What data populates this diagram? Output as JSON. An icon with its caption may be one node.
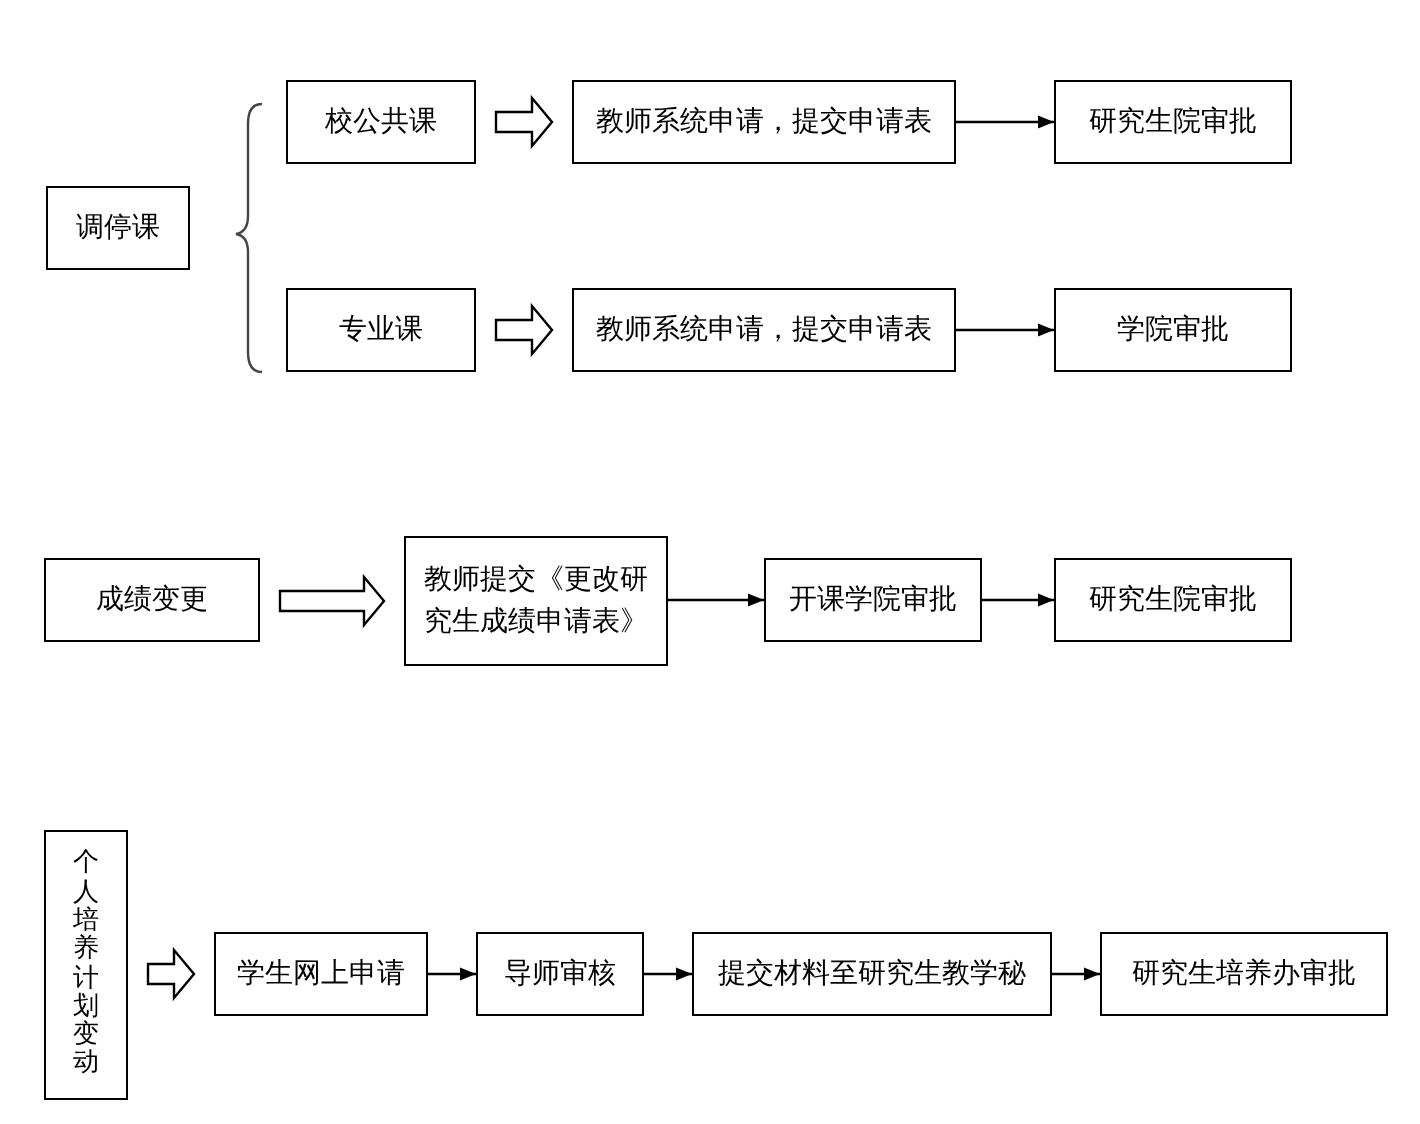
{
  "diagram": {
    "nodes": [
      {
        "text": [
          "调停课"
        ]
      },
      {
        "text": [
          "校公共课"
        ]
      },
      {
        "text": [
          "教师系统申请，提交申请表"
        ]
      },
      {
        "text": [
          "研究生院审批"
        ]
      },
      {
        "text": [
          "专业课"
        ]
      },
      {
        "text": [
          "教师系统申请，提交申请表"
        ]
      },
      {
        "text": [
          "学院审批"
        ]
      },
      {
        "text": [
          "成绩变更"
        ]
      },
      {
        "text": [
          "教师提交《更改研究生成绩申请表》"
        ]
      },
      {
        "text": [
          "开课学院审批"
        ]
      },
      {
        "text": [
          "研究生院审批"
        ]
      },
      {
        "text": [
          "个人培养计划变动"
        ]
      },
      {
        "text": [
          "学生网上申请"
        ]
      },
      {
        "text": [
          "导师审核"
        ]
      },
      {
        "text": [
          "提交材料至研究生教学秘"
        ]
      },
      {
        "text": [
          "研究生培养办审批"
        ]
      }
    ],
    "edges": [
      {
        "from": 1,
        "to": 2,
        "arrow": "to",
        "style": "thick"
      },
      {
        "from": 2,
        "to": 3,
        "arrow": "to"
      },
      {
        "from": 4,
        "to": 5,
        "arrow": "to",
        "style": "thick"
      },
      {
        "from": 5,
        "to": 6,
        "arrow": "to"
      },
      {
        "from": 7,
        "to": 8,
        "arrow": "to",
        "style": "thick"
      },
      {
        "from": 8,
        "to": 9,
        "arrow": "to"
      },
      {
        "from": 9,
        "to": 10,
        "arrow": "to"
      },
      {
        "from": 11,
        "to": 12,
        "arrow": "to",
        "style": "thick"
      },
      {
        "from": 12,
        "to": 13,
        "arrow": "to"
      },
      {
        "from": 13,
        "to": 14,
        "arrow": "to"
      },
      {
        "from": 14,
        "to": 15,
        "arrow": "to"
      }
    ]
  }
}
